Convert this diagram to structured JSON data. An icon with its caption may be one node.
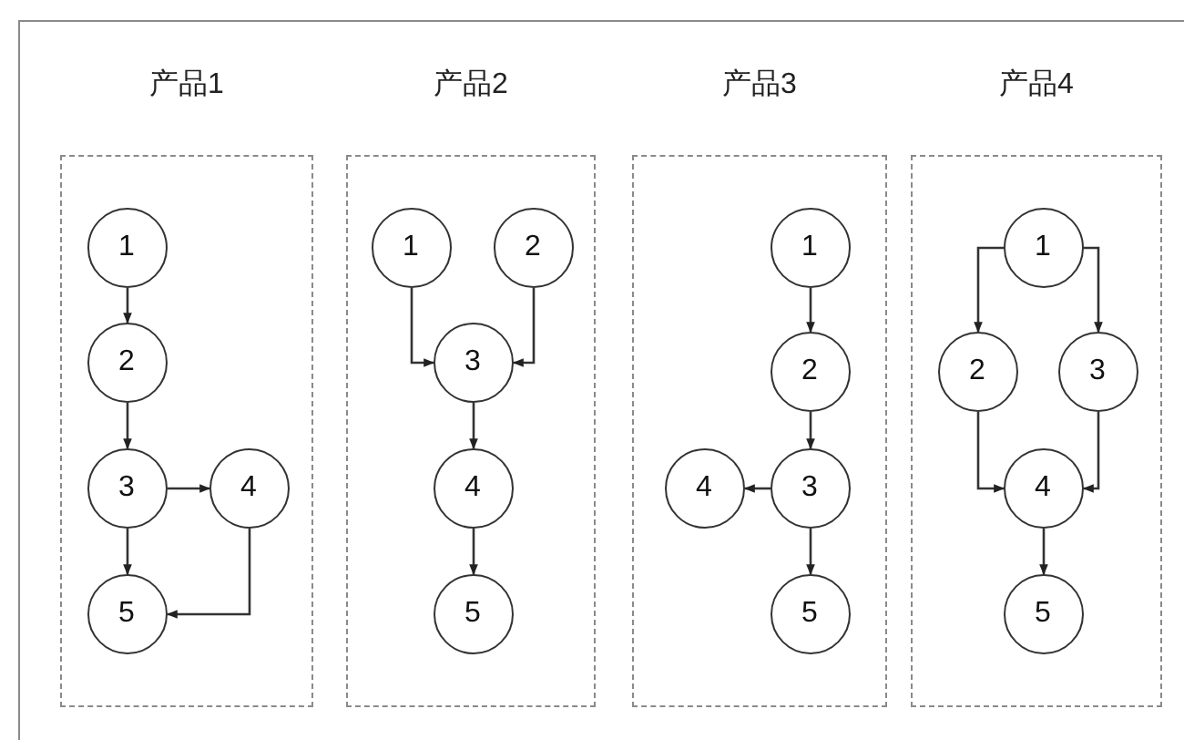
{
  "diagram": {
    "nodes": [
      {
        "text": [
          "产品1"
        ]
      },
      {
        "text": [
          "1"
        ],
        "in": 0
      },
      {
        "text": [
          "2"
        ],
        "in": 0
      },
      {
        "text": [
          "3"
        ],
        "in": 0
      },
      {
        "text": [
          "4"
        ],
        "in": 0
      },
      {
        "text": [
          "5"
        ],
        "in": 0
      },
      {
        "text": [
          "产品2"
        ]
      },
      {
        "text": [
          "1"
        ],
        "in": 6
      },
      {
        "text": [
          "2"
        ],
        "in": 6
      },
      {
        "text": [
          "3"
        ],
        "in": 6
      },
      {
        "text": [
          "4"
        ],
        "in": 6
      },
      {
        "text": [
          "5"
        ],
        "in": 6
      },
      {
        "text": [
          "产品3"
        ]
      },
      {
        "text": [
          "1"
        ],
        "in": 12
      },
      {
        "text": [
          "2"
        ],
        "in": 12
      },
      {
        "text": [
          "4"
        ],
        "in": 12
      },
      {
        "text": [
          "3"
        ],
        "in": 12
      },
      {
        "text": [
          "5"
        ],
        "in": 12
      },
      {
        "text": [
          "产品4"
        ]
      },
      {
        "text": [
          "1"
        ],
        "in": 18
      },
      {
        "text": [
          "2"
        ],
        "in": 18
      },
      {
        "text": [
          "3"
        ],
        "in": 18
      },
      {
        "text": [
          "4"
        ],
        "in": 18
      },
      {
        "text": [
          "5"
        ],
        "in": 18
      }
    ],
    "edges": [
      {
        "from": 1,
        "to": 2,
        "arrow": "to"
      },
      {
        "from": 2,
        "to": 3,
        "arrow": "to"
      },
      {
        "from": 3,
        "to": 4,
        "arrow": "to"
      },
      {
        "from": 3,
        "to": 5,
        "arrow": "to"
      },
      {
        "from": 4,
        "to": 5,
        "arrow": "to"
      },
      {
        "from": 7,
        "to": 9,
        "arrow": "to"
      },
      {
        "from": 8,
        "to": 9,
        "arrow": "to"
      },
      {
        "from": 9,
        "to": 10,
        "arrow": "to"
      },
      {
        "from": 10,
        "to": 11,
        "arrow": "to"
      },
      {
        "from": 13,
        "to": 14,
        "arrow": "to"
      },
      {
        "from": 14,
        "to": 16,
        "arrow": "to"
      },
      {
        "from": 16,
        "to": 15,
        "arrow": "to"
      },
      {
        "from": 16,
        "to": 17,
        "arrow": "to"
      },
      {
        "from": 19,
        "to": 20,
        "arrow": "to"
      },
      {
        "from": 19,
        "to": 21,
        "arrow": "to"
      },
      {
        "from": 20,
        "to": 22,
        "arrow": "to"
      },
      {
        "from": 21,
        "to": 22,
        "arrow": "to"
      },
      {
        "from": 22,
        "to": 23,
        "arrow": "to"
      }
    ]
  }
}
